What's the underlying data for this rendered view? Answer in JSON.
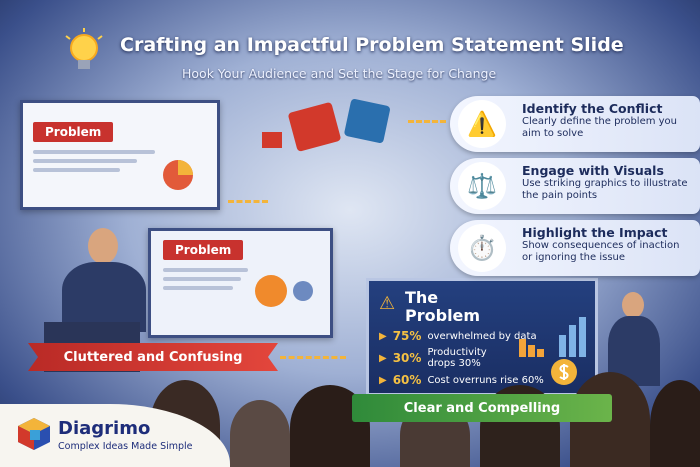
{
  "header": {
    "title": "Crafting an Impactful Problem Statement Slide",
    "subtitle": "Hook Your Audience and Set the Stage for Change",
    "icon": "lightbulb-icon"
  },
  "left_screen": {
    "tag": "Problem"
  },
  "middle_screen": {
    "tag": "Problem"
  },
  "cards": [
    {
      "title": "Identify the Conflict",
      "text": "Clearly define the problem you aim to solve",
      "icon": "warning-icon"
    },
    {
      "title": "Engage with Visuals",
      "text": "Use striking graphics to illustrate the pain points",
      "icon": "scales-icon"
    },
    {
      "title": "Highlight the Impact",
      "text": "Show consequences of inaction or ignoring the issue",
      "icon": "clock-chart-icon"
    }
  ],
  "problem_panel": {
    "title": "The Problem",
    "rows": [
      {
        "pct": "75%",
        "text": "overwhelmed by data"
      },
      {
        "pct": "30%",
        "text": "Productivity drops 30%"
      },
      {
        "pct": "60%",
        "text": "Cost overruns rise 60%"
      }
    ]
  },
  "banners": {
    "bad": "Cluttered and Confusing",
    "good": "Clear and Compelling"
  },
  "brand": {
    "name": "Diagrimo",
    "tagline": "Complex Ideas Made Simple"
  },
  "colors": {
    "accent_red": "#c8322e",
    "accent_green": "#4f9e3f",
    "navy": "#1d2c5c",
    "gold": "#f4c043"
  }
}
